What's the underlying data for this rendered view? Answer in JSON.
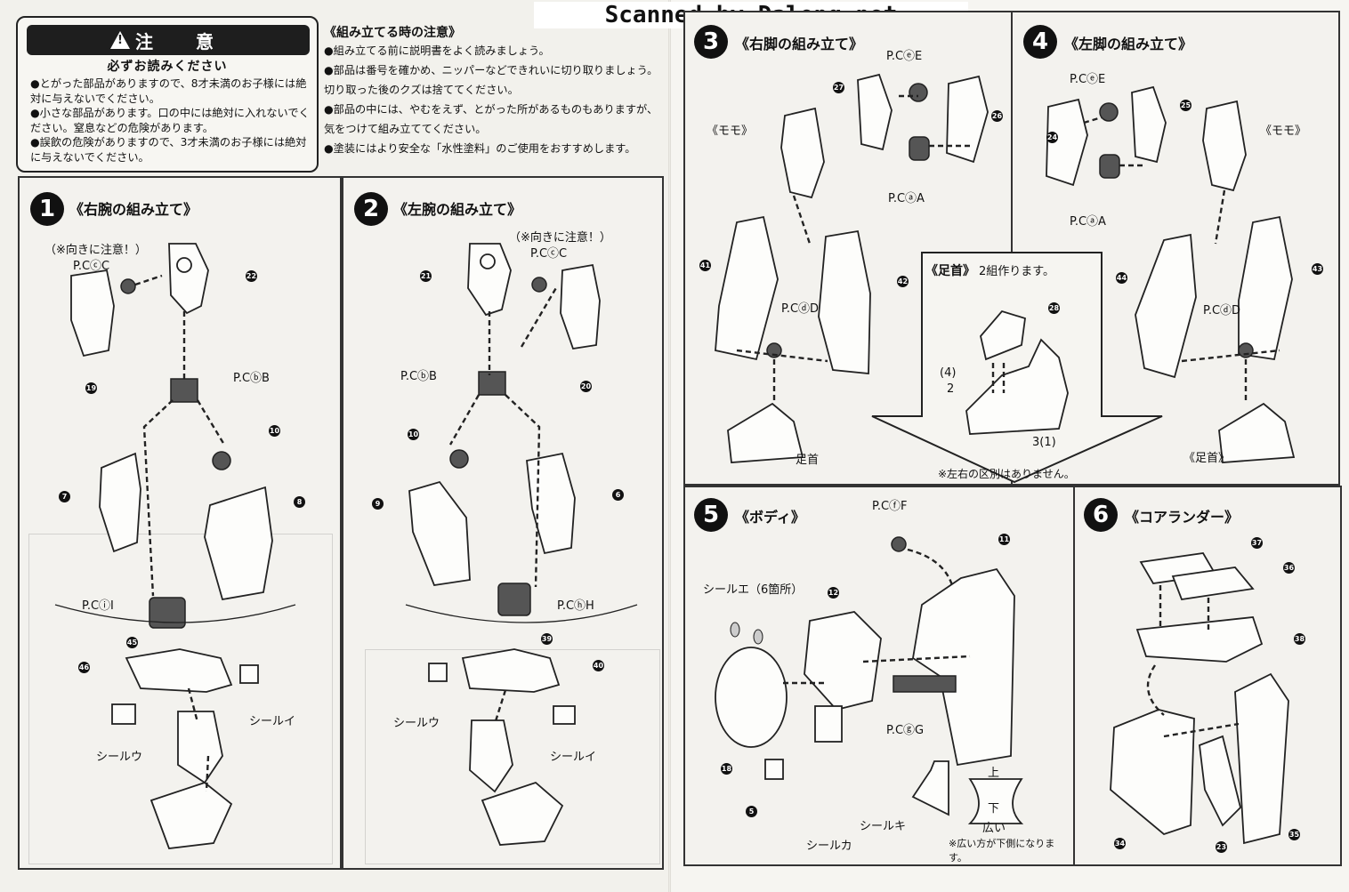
{
  "header": {
    "scan_credit": "Scanned by Dalong.net"
  },
  "caution": {
    "title": "注　意",
    "subtitle": "必ずお読みください",
    "items": [
      "●とがった部品がありますので、8才未満のお子様には絶対に与えないでください。",
      "●小さな部品があります。口の中には絶対に入れないでください。窒息などの危険があります。",
      "●誤飲の危険がありますので、3才未満のお子様には絶対に与えないでください。"
    ]
  },
  "assembly_notes": {
    "title": "《組み立てる時の注意》",
    "items": [
      "●組み立てる前に説明書をよく読みましょう。",
      "●部品は番号を確かめ、ニッパーなどできれいに切り取りましょう。切り取った後のクズは捨ててください。",
      "●部品の中には、やむをえず、とがった所があるものもありますが、気をつけて組み立ててください。",
      "●塗装にはより安全な「水性塗料」のご使用をおすすめします。"
    ]
  },
  "steps": [
    {
      "number": "1",
      "title": "《右腕の組み立て》",
      "labels": {
        "note": "（※向きに注意！）",
        "pc_c": "P.CⓒC",
        "pc_b": "P.CⓑB",
        "pc_i": "P.CⓘI",
        "seal_i": "シールイ",
        "seal_u": "シールウ"
      },
      "parts": [
        "19",
        "22",
        "10",
        "7",
        "8",
        "45",
        "46"
      ]
    },
    {
      "number": "2",
      "title": "《左腕の組み立て》",
      "labels": {
        "note": "（※向きに注意！）",
        "pc_c": "P.CⓒC",
        "pc_b": "P.CⓑB",
        "pc_h": "P.CⓗH",
        "seal_u": "シールウ",
        "seal_i": "シールイ"
      },
      "parts": [
        "21",
        "20",
        "10",
        "9",
        "6",
        "39",
        "40"
      ]
    },
    {
      "number": "3",
      "title": "《右脚の組み立て》",
      "labels": {
        "pc_e": "P.CⓔE",
        "pc_a": "P.CⓐA",
        "pc_d": "P.CⓓD",
        "thigh": "《モモ》",
        "ankle": "足首"
      },
      "parts": [
        "27",
        "26",
        "41",
        "42"
      ]
    },
    {
      "number": "4",
      "title": "《左脚の組み立て》",
      "labels": {
        "pc_e": "P.CⓔE",
        "pc_a": "P.CⓐA",
        "pc_d": "P.CⓓD",
        "thigh": "《モモ》",
        "ankle": "《足首》"
      },
      "parts": [
        "25",
        "24",
        "44",
        "43"
      ]
    },
    {
      "number": "5",
      "title": "《ボディ》",
      "labels": {
        "pc_f": "P.CⓕF",
        "pc_g": "P.CⓖG",
        "seal_e": "シールエ（6箇所）",
        "seal_ka": "シールカ",
        "seal_ki": "シールキ",
        "up": "上",
        "down": "下",
        "wide": "広い",
        "wide_note": "※広い方が下側になります。"
      },
      "parts": [
        "11",
        "12",
        "18",
        "5"
      ]
    },
    {
      "number": "6",
      "title": "《コアランダー》",
      "labels": {},
      "parts": [
        "37",
        "36",
        "38",
        "34",
        "23",
        "35"
      ]
    }
  ],
  "ankle_inset": {
    "title": "《足首》",
    "count_note": "2組作ります。",
    "labels": [
      "(4)",
      "2",
      "3(1)",
      "28"
    ],
    "note": "※左右の区別はありません。"
  }
}
